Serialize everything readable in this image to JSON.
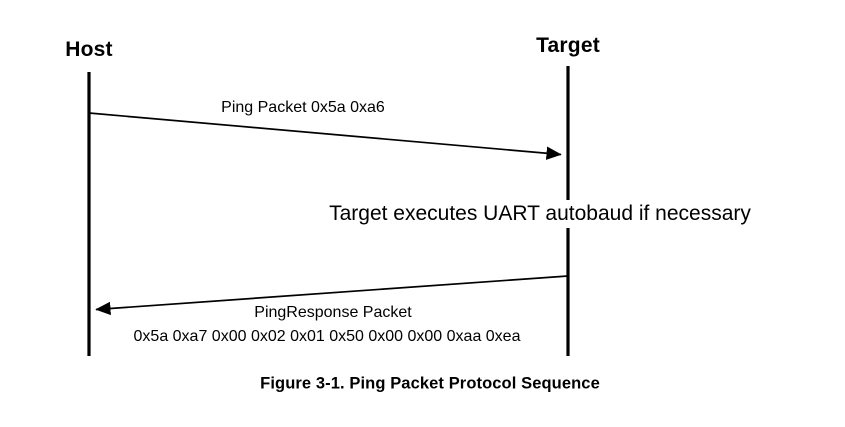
{
  "figure": {
    "caption": "Figure 3-1. Ping Packet Protocol Sequence",
    "actors": [
      {
        "name": "host",
        "label": "Host"
      },
      {
        "name": "target",
        "label": "Target"
      }
    ],
    "messages": [
      {
        "name": "ping-packet",
        "label": "Ping Packet 0x5a 0xa6",
        "direction": "host-to-target"
      },
      {
        "name": "ping-response-packet",
        "label": "PingResponse Packet",
        "payload": "0x5a 0xa7 0x00 0x02 0x01 0x50 0x00 0x00 0xaa 0xea",
        "direction": "target-to-host"
      }
    ],
    "notes": [
      {
        "name": "autobaud-note",
        "label": "Target executes UART autobaud if necessary"
      }
    ],
    "colors": {
      "background": "#ffffff",
      "stroke": "#000000",
      "text": "#000000"
    }
  }
}
